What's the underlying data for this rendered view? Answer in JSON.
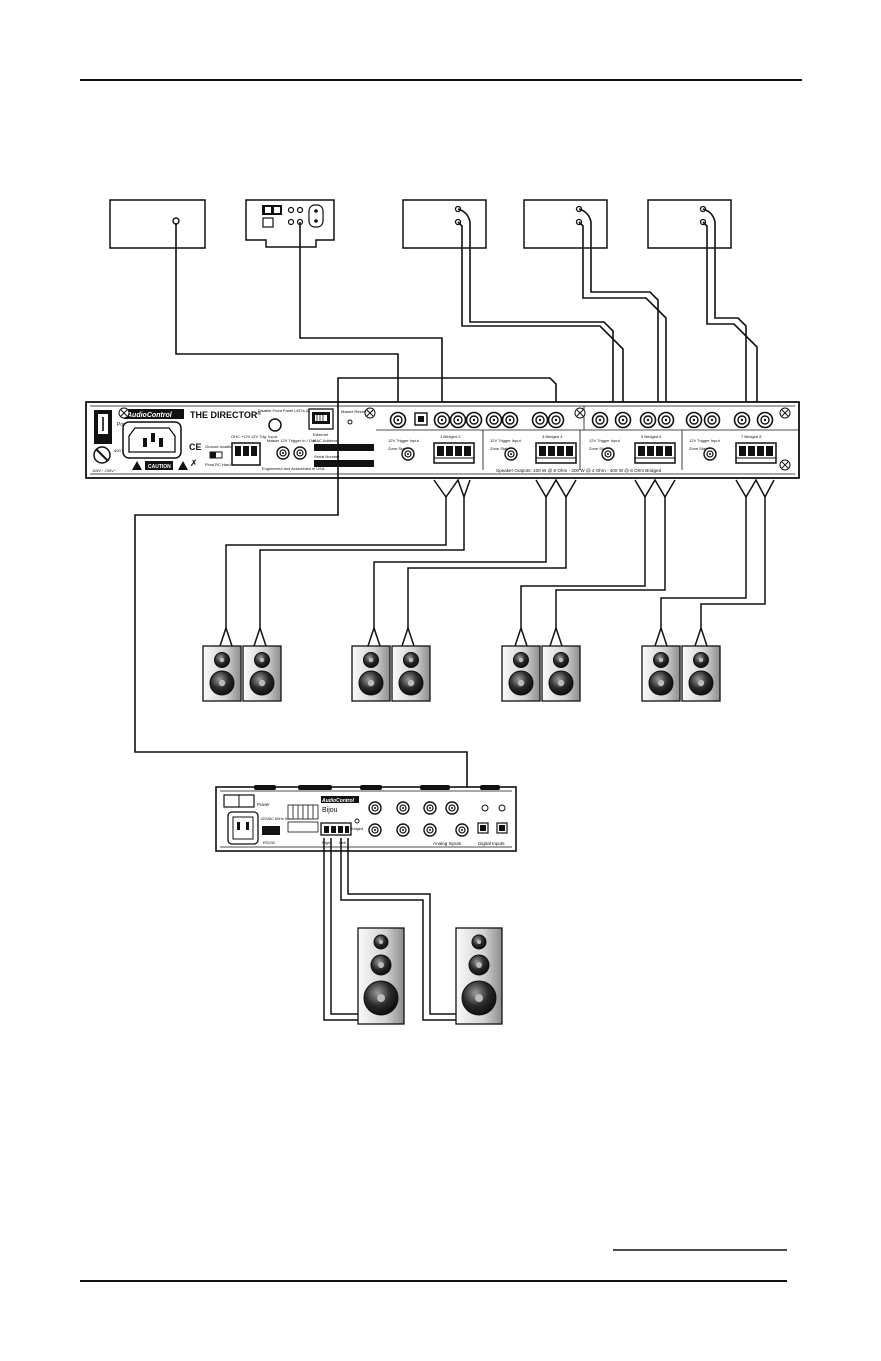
{
  "director": {
    "brand": "AudioControl",
    "model": "THE DIRECTOR",
    "registered_mark": "®",
    "power_label": "Power",
    "voltage_label": "115V~ 230V~",
    "fuse_label": "400 W Slo Blo",
    "caution_label": "CAUTION",
    "ground_isolation_label": "Ground Isolation",
    "ground_options": "Float  RC  Hard",
    "trigger_in_label": "12V Trig. Input",
    "trigger_in_options": "OHC  +12V",
    "remote_trigger_label": "Master 12V Trigger In / Out",
    "engineered_label": "Engineered and Assembled in USA",
    "disable_led_label": "Disable Front Panel LED's & Alarm",
    "ethernet_label": "Ethernet",
    "mac_label": "MAC Address",
    "master_reset_label": "Master Reset",
    "serial_label": "Serial Number",
    "zone_trigger_label": "12V Trigger Input",
    "zone_status_label": "Zone Status",
    "zones": [
      {
        "label": "1 Bridged 2"
      },
      {
        "label": "3 Bridged 4"
      },
      {
        "label": "5 Bridged 6"
      },
      {
        "label": "7 Bridged 8"
      }
    ],
    "speaker_outputs_label": "Speaker Outputs: 100 W @ 8 Ohm - 200 W @ 4 Ohm - 400 W @ 8 Ohm Bridged"
  },
  "bijou": {
    "brand": "AudioControl",
    "model": "Bijou",
    "power_label": "Power",
    "rs232_label": "RS232",
    "voltage_label": "120VAC 60Hz 5A",
    "analog_inputs_label": "Analog Inputs",
    "digital_inputs_label": "Digital Inputs",
    "left_label": "Left",
    "right_label": "Right",
    "bridged_label": "Bridged"
  }
}
